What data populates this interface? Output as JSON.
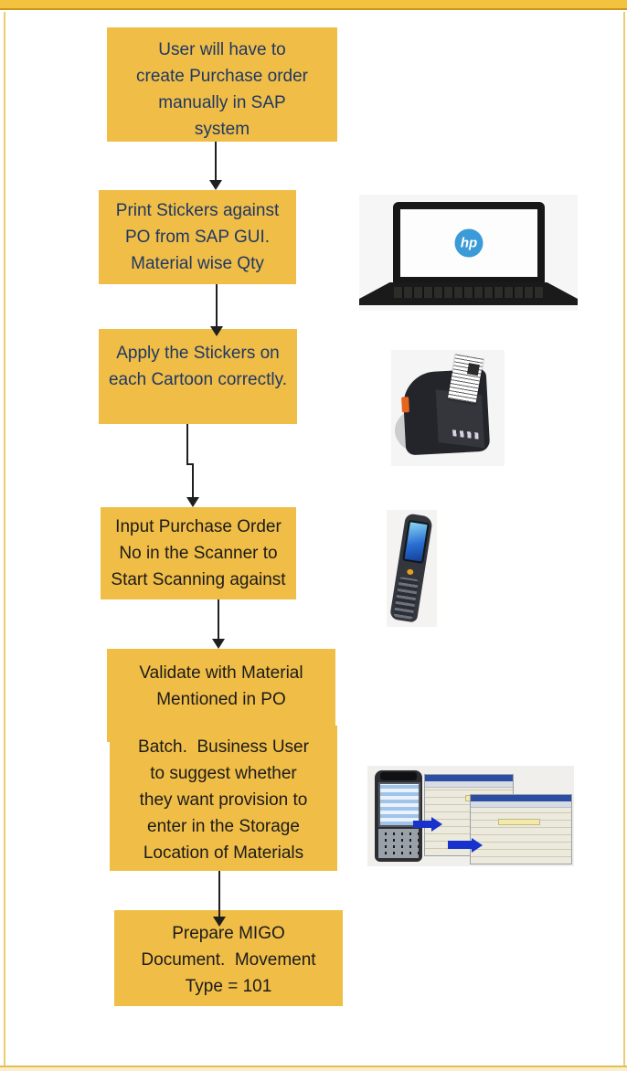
{
  "title": "Purchase order creation and scanning process flowchart",
  "colors": {
    "box_fill": "#F0BD46",
    "text_navy": "#1F3864",
    "text_dark": "#1B1B1B",
    "arrow_black": "#1F1F1F",
    "top_band": "#F3C33F",
    "frame_gold": "#ECCB74",
    "bottom_strip": "#FAEFCD",
    "hp_logo_blue": "#3A9BD8",
    "sap_titlebar_blue": "#2B4EA2",
    "sap_arrow_blue": "#1733CC",
    "printer_accent_orange": "#E8651E"
  },
  "flow": {
    "steps": [
      {
        "text": "User will have to\ncreate Purchase order\nmanually in SAP\nsystem"
      },
      {
        "text": "Print Stickers against\nPO from SAP GUI.\nMaterial wise Qty"
      },
      {
        "text": "Apply the Stickers on\neach Cartoon correctly."
      },
      {
        "text": "Input Purchase Order\nNo in the Scanner to\nStart Scanning against"
      },
      {
        "text": "Validate with Material\nMentioned in PO"
      },
      {
        "text": "Batch.  Business User\nto suggest whether\nthey want provision to\nenter in the Storage\nLocation of Materials"
      },
      {
        "text": "Prepare MIGO\nDocument.  Movement\nType = 101"
      }
    ]
  },
  "images": {
    "laptop": {
      "label": "HP laptop",
      "logo_text": "hp"
    },
    "printer": {
      "label": "label sticker printer"
    },
    "scanner": {
      "label": "handheld barcode scanner"
    },
    "scanner_sap": {
      "label": "scanner with SAP GUI screens"
    }
  }
}
